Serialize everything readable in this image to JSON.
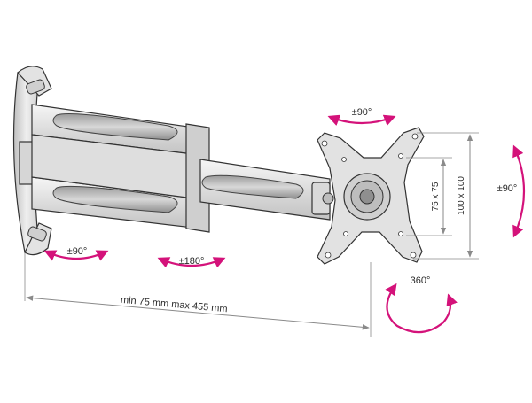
{
  "labels": {
    "tilt_left": "±90°",
    "tilt_top": "±90°",
    "swivel_middle": "±180°",
    "tilt_right": "±90°",
    "rotation": "360°",
    "vesa_small": "75 x 75",
    "vesa_large": "100 x 100",
    "reach": "min 75 mm max 455 mm"
  },
  "colors": {
    "accent": "#d4127a",
    "line": "#333333",
    "arm_fill": "#e9e9e9",
    "arm_dark": "#bdbdbd",
    "dimension": "#8a8a8a"
  }
}
